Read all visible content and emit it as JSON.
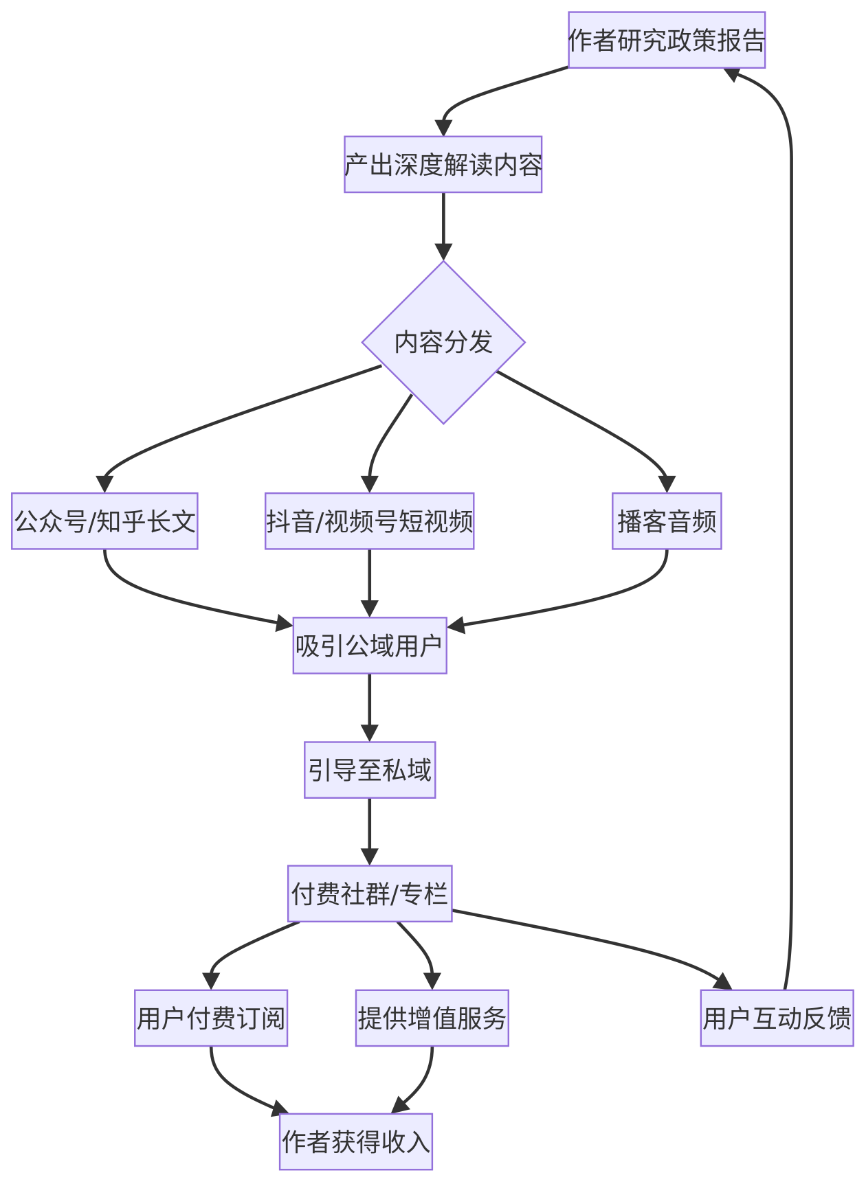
{
  "colors": {
    "node_fill": "#ECECFF",
    "node_stroke": "#9370DB",
    "edge": "#333333",
    "text": "#333333",
    "background": "#FFFFFF"
  },
  "nodes": {
    "research": "作者研究政策报告",
    "produce": "产出深度解读内容",
    "distribute": "内容分发",
    "longform": "公众号/知乎长文",
    "shortvideo": "抖音/视频号短视频",
    "podcast": "播客音频",
    "attract": "吸引公域用户",
    "private": "引导至私域",
    "paid": "付费社群/专栏",
    "subscribe": "用户付费订阅",
    "valueadd": "提供增值服务",
    "feedback": "用户互动反馈",
    "income": "作者获得收入"
  },
  "edges": [
    {
      "from": "research",
      "to": "produce"
    },
    {
      "from": "produce",
      "to": "distribute"
    },
    {
      "from": "distribute",
      "to": "longform"
    },
    {
      "from": "distribute",
      "to": "shortvideo"
    },
    {
      "from": "distribute",
      "to": "podcast"
    },
    {
      "from": "longform",
      "to": "attract"
    },
    {
      "from": "shortvideo",
      "to": "attract"
    },
    {
      "from": "podcast",
      "to": "attract"
    },
    {
      "from": "attract",
      "to": "private"
    },
    {
      "from": "private",
      "to": "paid"
    },
    {
      "from": "paid",
      "to": "subscribe"
    },
    {
      "from": "paid",
      "to": "valueadd"
    },
    {
      "from": "paid",
      "to": "feedback"
    },
    {
      "from": "subscribe",
      "to": "income"
    },
    {
      "from": "valueadd",
      "to": "income"
    },
    {
      "from": "feedback",
      "to": "research"
    }
  ]
}
